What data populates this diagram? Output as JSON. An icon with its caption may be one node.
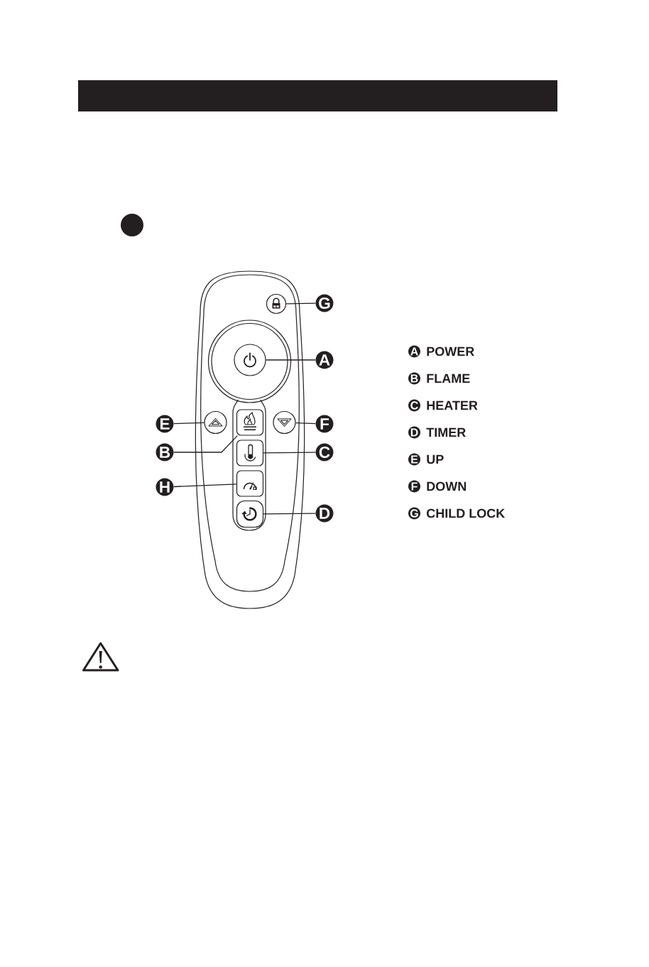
{
  "diagram": {
    "nodes": [
      {
        "text": [
          "G"
        ]
      },
      {
        "text": [],
        "shape": "circle"
      },
      {
        "text": [
          "A"
        ]
      },
      {
        "text": [],
        "shape": "circle"
      },
      {
        "text": [
          "E"
        ]
      },
      {
        "text": [],
        "shape": "circle"
      },
      {
        "text": [],
        "shape": "box"
      },
      {
        "text": [],
        "shape": "circle"
      },
      {
        "text": [
          "F"
        ]
      },
      {
        "text": [
          "B"
        ]
      },
      {
        "text": [],
        "shape": "box"
      },
      {
        "text": [
          "C"
        ]
      },
      {
        "text": [
          "H"
        ]
      },
      {
        "text": [],
        "shape": "box"
      },
      {
        "text": [],
        "shape": "box"
      },
      {
        "text": [
          "D"
        ]
      }
    ],
    "edges": [
      {
        "from": 0,
        "to": 1,
        "arrow": "none"
      },
      {
        "from": 2,
        "to": 3,
        "arrow": "none"
      },
      {
        "from": 4,
        "to": 5,
        "arrow": "none"
      },
      {
        "from": 8,
        "to": 7,
        "arrow": "none"
      },
      {
        "from": 9,
        "to": 6,
        "arrow": "none"
      },
      {
        "from": 11,
        "to": 10,
        "arrow": "none"
      },
      {
        "from": 12,
        "to": 13,
        "arrow": "none"
      },
      {
        "from": 15,
        "to": 14,
        "arrow": "none"
      }
    ],
    "labels": [
      "A",
      "POWER",
      "B",
      "FLAME",
      "C",
      "HEATER",
      "D",
      "TIMER",
      "E",
      "UP",
      "F",
      "DOWN",
      "G",
      "CHILD LOCK"
    ]
  }
}
